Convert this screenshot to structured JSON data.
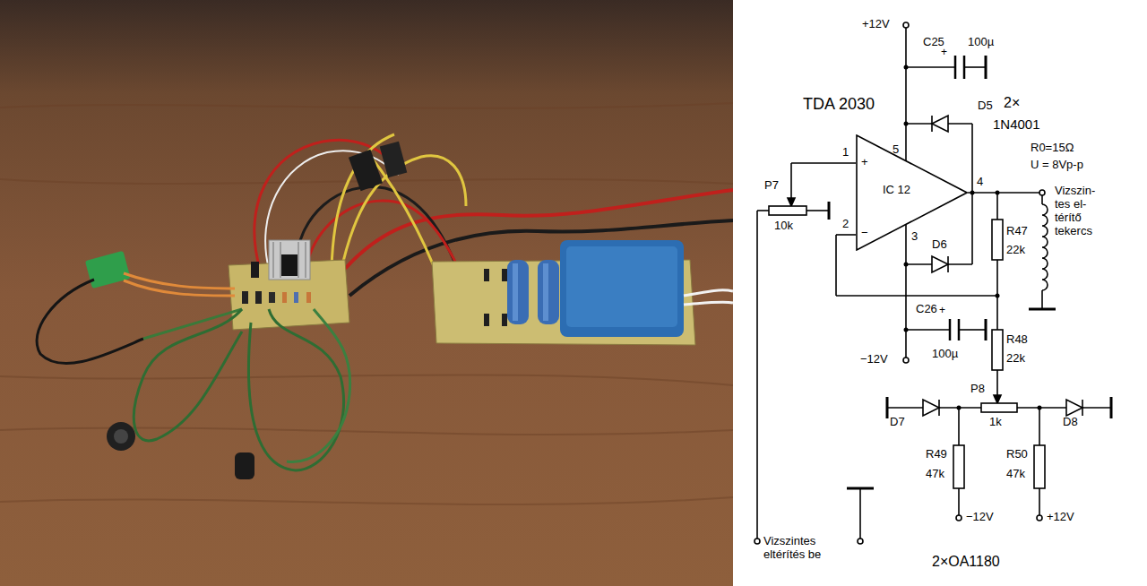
{
  "diagram": {
    "nodes": [
      {
        "text": [
          "+",
          "IC 12",
          "−"
        ]
      }
    ],
    "labels": [
      "+12V",
      "C25",
      "100µ",
      "TDA 2030",
      "D5",
      "2×",
      "1N4001",
      "R0=15Ω",
      "U = 8Vp-p",
      "1",
      "5",
      "4",
      "P7",
      "10k",
      "2",
      "3",
      "D6",
      "R47",
      "22k",
      "Vizszin- tes el- térítő tekercs",
      "C26",
      "100µ",
      "−12V",
      "R48",
      "22k",
      "P8",
      "1k",
      "D7",
      "D8",
      "R49",
      "47k",
      "R50",
      "47k",
      "−12V",
      "+12V",
      "Vizszintes eltérítés be",
      "2×OA1180",
      "+",
      "+"
    ]
  }
}
